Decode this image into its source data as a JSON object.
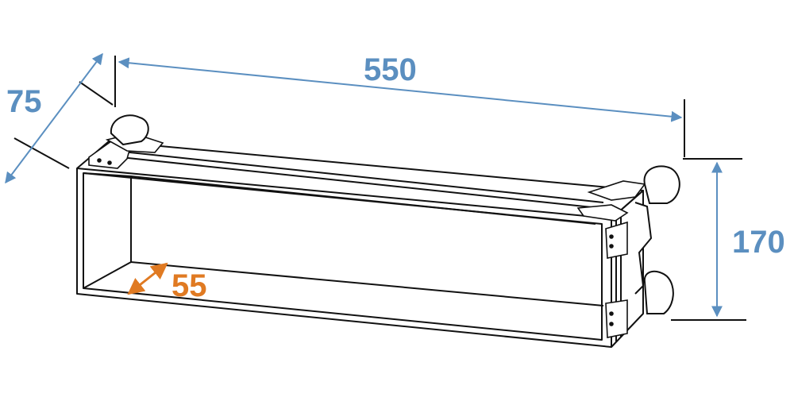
{
  "dimensions": {
    "width": {
      "value": "550",
      "color": "#5b8fc0"
    },
    "depth": {
      "value": "75",
      "color": "#5b8fc0"
    },
    "height": {
      "value": "170",
      "color": "#5b8fc0"
    },
    "inner": {
      "value": "55",
      "color": "#e07a22"
    }
  },
  "colors": {
    "outline": "#111111",
    "background": "#ffffff"
  },
  "icons": [
    "rack-case-drawing",
    "corner-bracket-icon",
    "handle-icon"
  ]
}
